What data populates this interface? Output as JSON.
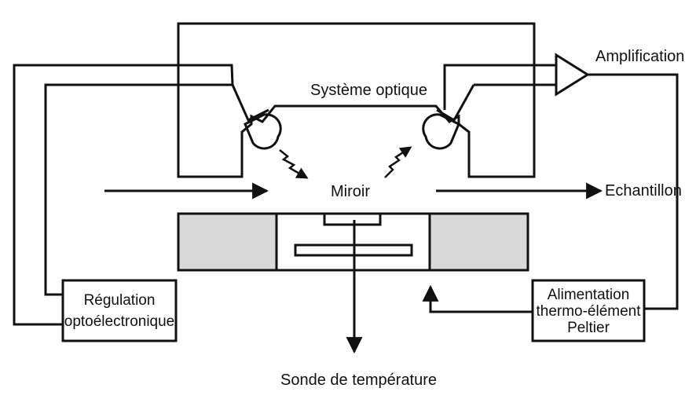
{
  "labels": {
    "optical_system": "Système optique",
    "amplification": "Amplification",
    "mirror": "Miroir",
    "sample": "Echantillon",
    "temperature_probe": "Sonde de température"
  },
  "regulation_box": {
    "line1": "Régulation",
    "line2": "optoélectronique"
  },
  "power_box": {
    "line1": "Alimentation",
    "line2": "thermo-élément",
    "line3": "Peltier"
  },
  "colors": {
    "stroke": "#111111",
    "block_fill": "#d9d9d9",
    "background": "#ffffff"
  }
}
